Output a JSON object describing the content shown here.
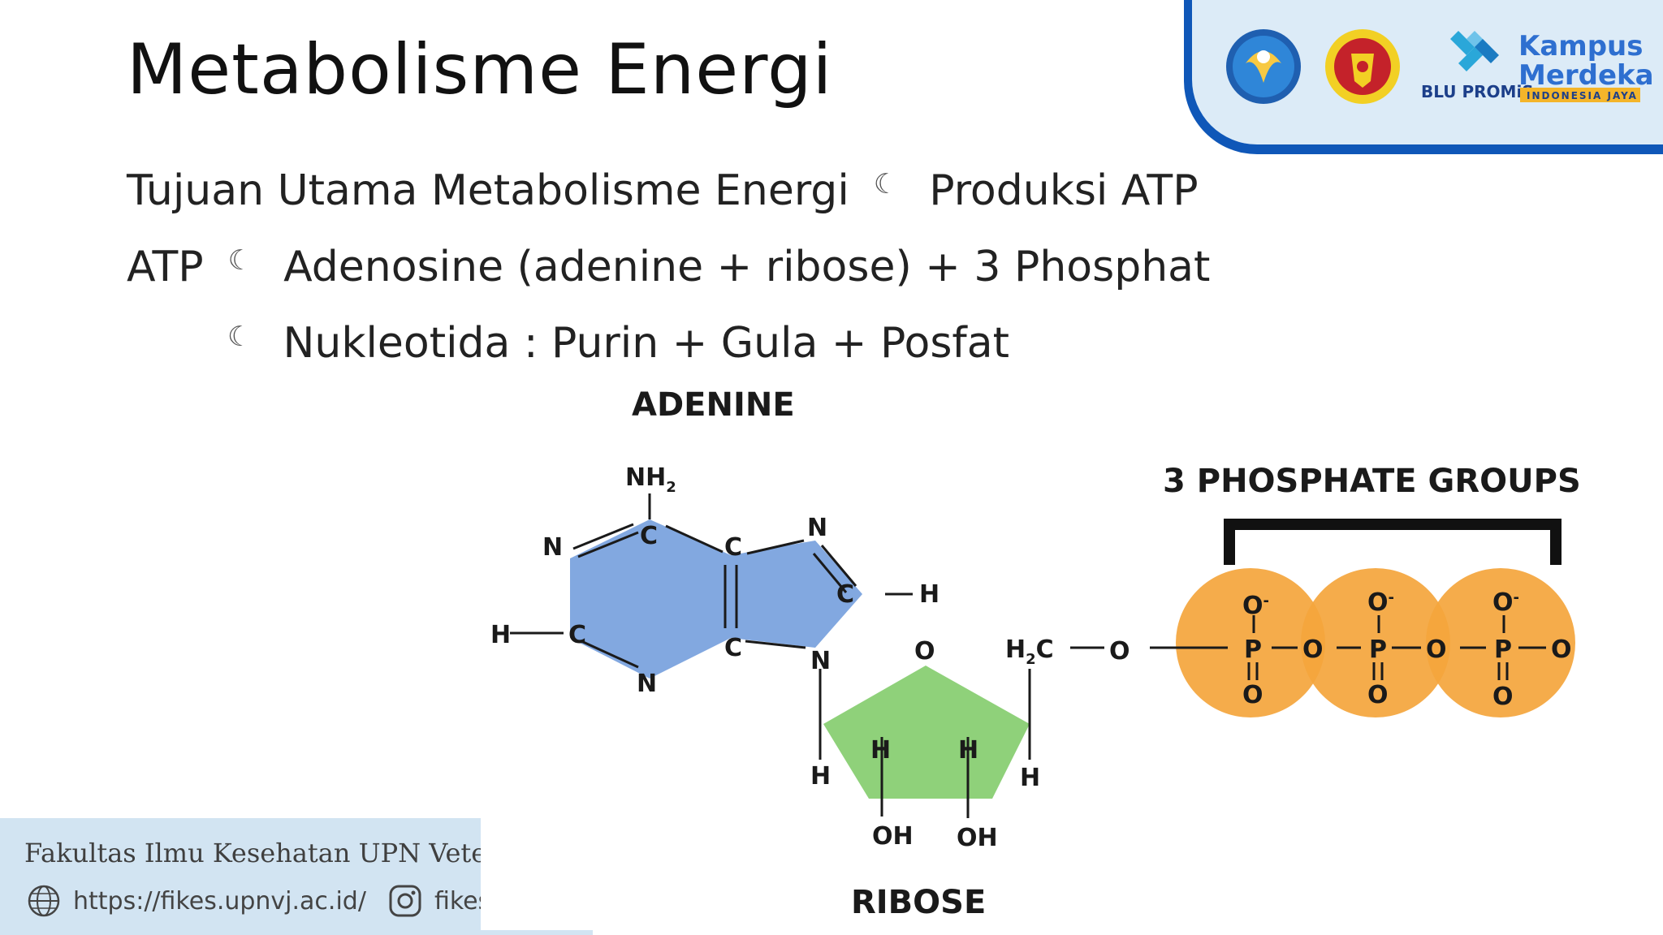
{
  "slide": {
    "title": "Metabolisme Energi",
    "line1": {
      "left": "Tujuan Utama Metabolisme Energi",
      "arrow": "☾",
      "right": "Produksi ATP"
    },
    "line2": {
      "left": "ATP",
      "arrow": "☾",
      "right": "Adenosine (adenine + ribose) + 3 Phosphat"
    },
    "line3": {
      "arrow": "☾",
      "right": "Nukleotida : Purin + Gula + Posfat"
    }
  },
  "logos": {
    "logo3_text": "BLU PROMiSe",
    "logo4_line1": "Kampus",
    "logo4_line2": "Merdeka",
    "logo4_line3": "INDONESIA JAYA"
  },
  "diagram": {
    "adenine_label": "ADENINE",
    "ribose_label": "RIBOSE",
    "phosphate_label": "3 PHOSPHATE GROUPS",
    "colors": {
      "adenine": "#82a8e0",
      "ribose": "#8fd17a",
      "phosphate": "#f4a53c"
    },
    "atoms": {
      "nh2": "NH",
      "nh2_sub": "2",
      "n1": "N",
      "c2": "C",
      "c3": "C",
      "n4": "N",
      "c5": "C",
      "h6": "H",
      "h7": "H",
      "c8": "C",
      "n9": "N",
      "c10": "C",
      "n11": "N",
      "h12": "H",
      "o_ring": "O",
      "h2c": "H",
      "h2c_sub": "2",
      "h2c_c": "C",
      "o_link": "O",
      "h_r1": "H",
      "h_r2": "H",
      "oh1": "OH",
      "oh2": "OH",
      "h_r3": "H",
      "p1": "P",
      "p2": "P",
      "p3": "P",
      "o_top1": "O",
      "o_top2": "O",
      "o_top3": "O",
      "minus": "-",
      "o_bot1": "O",
      "o_bot2": "O",
      "o_bot3": "O",
      "o_bridge1": "O",
      "o_bridge2": "O",
      "o_end": "O"
    }
  },
  "footer": {
    "institution": "Fakultas Ilmu Kesehatan UPN Veteran Jakarta",
    "website": "https://fikes.upnvj.ac.id/",
    "instagram": "fikesupnvj"
  }
}
